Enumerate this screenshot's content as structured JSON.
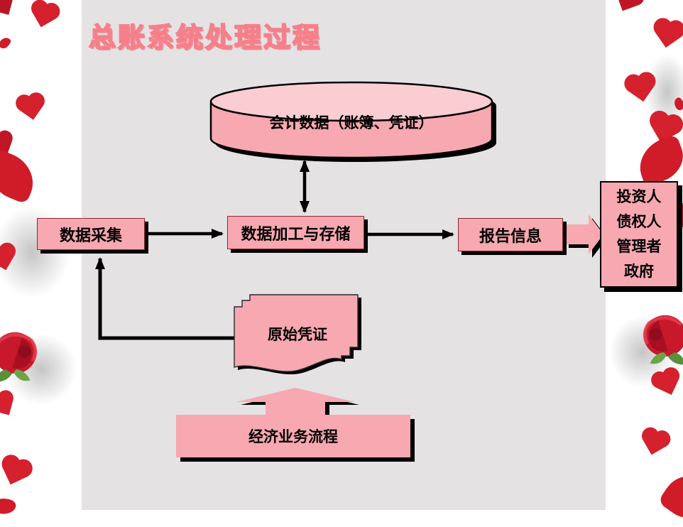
{
  "slide": {
    "title": "总账系统处理过程",
    "nodes": {
      "database_label": "会计数据（账簿、凭证）",
      "collection_label": "数据采集",
      "processing_label": "数据加工与存储",
      "report_label": "报告信息",
      "users_lines": [
        "投资人",
        "债权人",
        "管理者",
        "政府"
      ],
      "voucher_label": "原始凭证",
      "business_label": "经济业务流程"
    },
    "colors": {
      "slide_background": "#e4e2e3",
      "node_pink": "#f7a8b0",
      "cylinder_top_pink": "#facdd3",
      "title_pink": "#f6808a",
      "shadow_black": "#000000",
      "heart_red": "#d5212e",
      "rose_red": "#c8182b",
      "leaf_green": "#5a8f3c"
    }
  }
}
